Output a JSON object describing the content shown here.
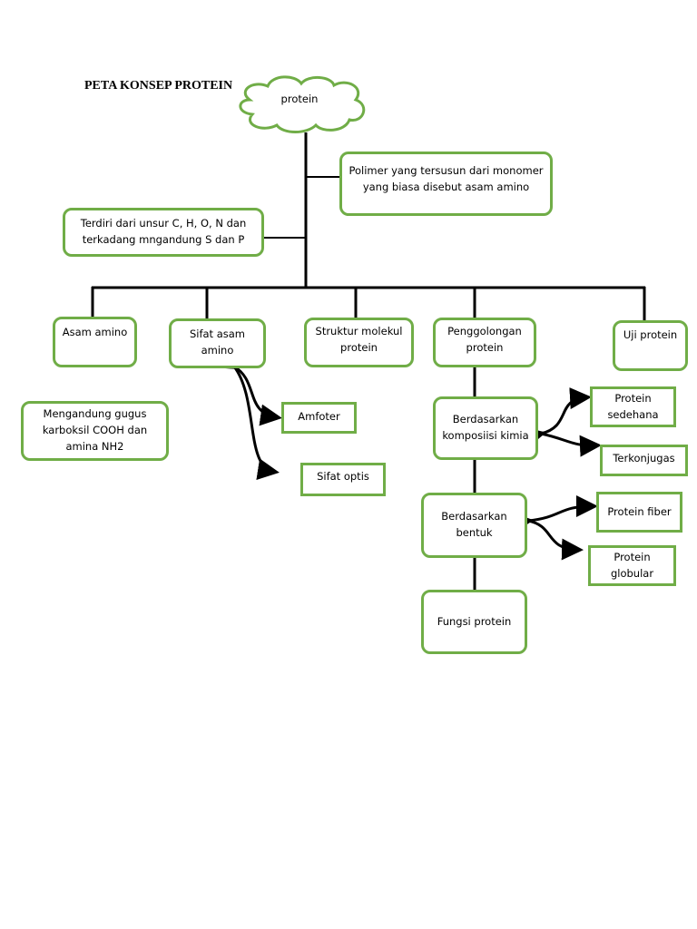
{
  "title": "PETA KONSEP PROTEIN",
  "root": "protein",
  "accent_color": "#70ad47",
  "definitions": {
    "polimer": "Polimer yang tersusun dari monomer  yang biasa disebut asam amino",
    "unsur": "Terdiri dari unsur C, H, O, N dan terkadang mngandung S dan P"
  },
  "branches": {
    "asam_amino": "Asam amino",
    "sifat_asam_amino": "Sifat asam amino",
    "struktur": "Struktur molekul protein",
    "penggolongan": "Penggolongan protein",
    "uji": "Uji protein"
  },
  "asam_amino_detail": "Mengandung gugus karboksil COOH dan amina NH2",
  "sifat": {
    "amfoter": "Amfoter",
    "optis": "Sifat optis"
  },
  "penggolongan": {
    "komposisi": "Berdasarkan komposiisi kimia",
    "komposisi_items": [
      "Protein sedehana",
      "Terkonjugas"
    ],
    "bentuk": "Berdasarkan bentuk",
    "bentuk_items": [
      "Protein fiber",
      "Protein globular"
    ],
    "fungsi": "Fungsi protein"
  }
}
